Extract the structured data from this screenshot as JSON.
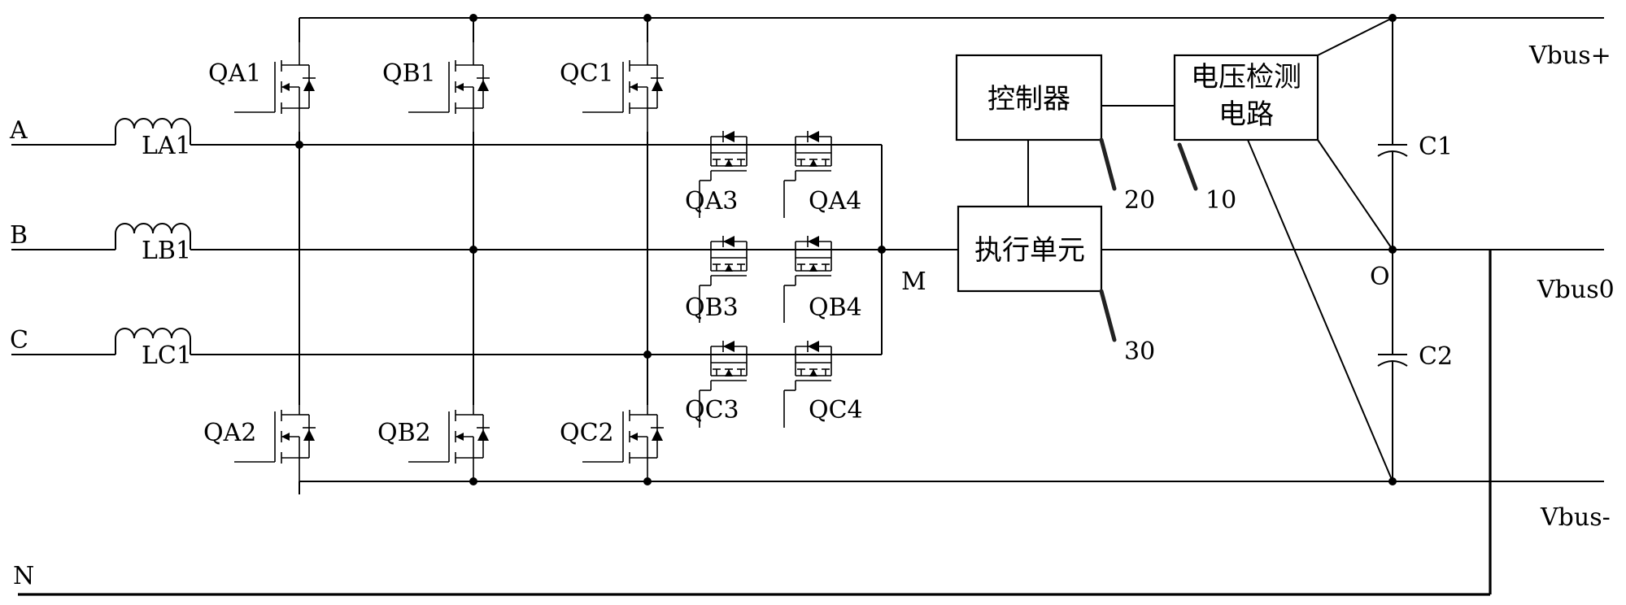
{
  "labels": {
    "phase_a": "A",
    "phase_b": "B",
    "phase_c": "C",
    "neutral": "N",
    "ind_a": "LA1",
    "ind_b": "LB1",
    "ind_c": "LC1",
    "qa1": "QA1",
    "qb1": "QB1",
    "qc1": "QC1",
    "qa2": "QA2",
    "qb2": "QB2",
    "qc2": "QC2",
    "qa3": "QA3",
    "qa4": "QA4",
    "qb3": "QB3",
    "qb4": "QB4",
    "qc3": "QC3",
    "qc4": "QC4",
    "node_m": "M",
    "node_o": "O",
    "cap1": "C1",
    "cap2": "C2",
    "vbus_plus": "Vbus+",
    "vbus_zero": "Vbus0",
    "vbus_minus": "Vbus-"
  },
  "blocks": {
    "controller": "控制器",
    "detector_line1": "电压检测",
    "detector_line2": "电路",
    "executor": "执行单元"
  },
  "refs": {
    "ref_controller": "20",
    "ref_detector": "10",
    "ref_executor": "30"
  }
}
